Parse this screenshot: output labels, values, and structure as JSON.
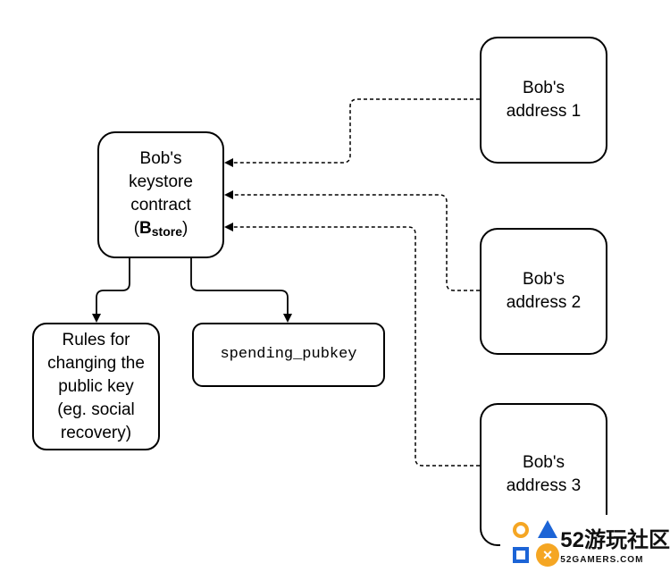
{
  "keystore": {
    "line1": "Bob's",
    "line2": "keystore",
    "line3": "contract",
    "symbol_main": "B",
    "symbol_sub": "store"
  },
  "addresses": [
    {
      "label": "Bob's\naddress 1"
    },
    {
      "label": "Bob's\naddress 2"
    },
    {
      "label": "Bob's\naddress 3"
    }
  ],
  "rules": {
    "label": "Rules for\nchanging the\npublic key\n(eg. social\nrecovery)"
  },
  "pubkey": {
    "label": "spending_pubkey"
  },
  "watermark": {
    "brand_number": "52",
    "brand_name": "游玩社区",
    "site": "52GAMERS.COM",
    "icon_cross": "×",
    "colors": {
      "orange": "#f5a623",
      "blue": "#1c64d6"
    }
  }
}
